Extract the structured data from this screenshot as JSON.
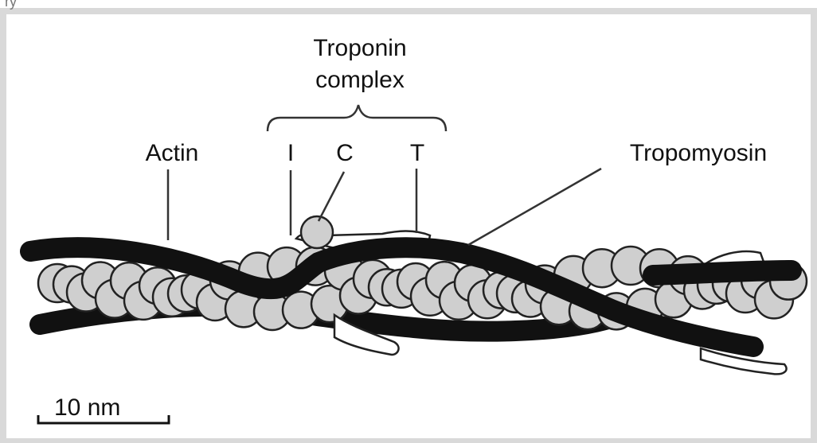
{
  "header_fragment": "ry",
  "labels": {
    "troponin_line1": "Troponin",
    "troponin_line2": "complex",
    "actin": "Actin",
    "subunit_i": "I",
    "subunit_c": "C",
    "subunit_t": "T",
    "tropomyosin": "Tropomyosin"
  },
  "scale_bar": {
    "label": "10 nm"
  },
  "colors": {
    "actin_fill": "#cfcfcf",
    "tropomyosin": "#111111",
    "frame": "#d9d9d9"
  }
}
